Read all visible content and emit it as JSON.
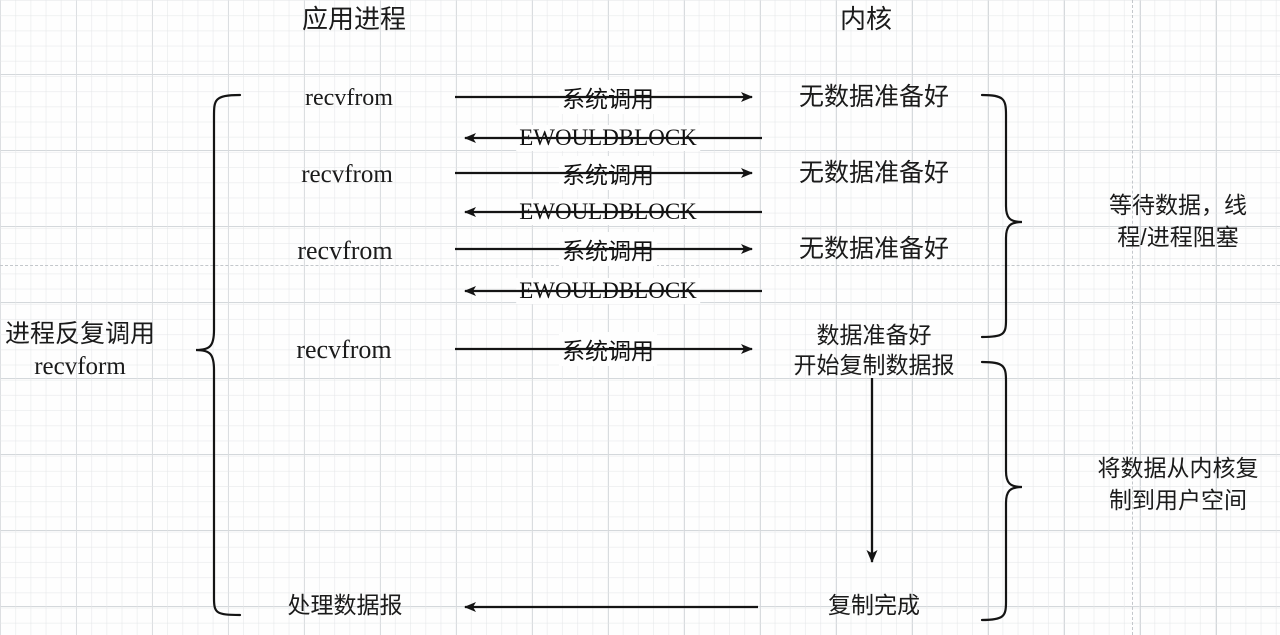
{
  "diagram": {
    "title_left": "应用进程",
    "title_right": "内核",
    "left_note_line1": "进程反复调用",
    "left_note_line2": "recvform",
    "right_note_1_line1": "等待数据，线",
    "right_note_1_line2": "程/进程阻塞",
    "right_note_2_line1": "将数据从内核复",
    "right_note_2_line2": "制到用户空间",
    "calls": [
      {
        "app_label": "recvfrom",
        "arrow_label": "系统调用",
        "kernel_label": "无数据准备好",
        "direction": "right"
      },
      {
        "app_label": "",
        "arrow_label": "EWOULDBLOCK",
        "kernel_label": "",
        "direction": "left"
      },
      {
        "app_label": "recvfrom",
        "arrow_label": "系统调用",
        "kernel_label": "无数据准备好",
        "direction": "right"
      },
      {
        "app_label": "",
        "arrow_label": "EWOULDBLOCK",
        "kernel_label": "",
        "direction": "left"
      },
      {
        "app_label": "recvfrom",
        "arrow_label": "系统调用",
        "kernel_label": "无数据准备好",
        "direction": "right"
      },
      {
        "app_label": "",
        "arrow_label": "EWOULDBLOCK",
        "kernel_label": "",
        "direction": "left"
      },
      {
        "app_label": "recvfrom",
        "arrow_label": "系统调用",
        "kernel_label": "",
        "direction": "right"
      }
    ],
    "kernel_ready_line1": "数据准备好",
    "kernel_ready_line2": "开始复制数据报",
    "kernel_done_label": "复制完成",
    "app_process_label": "处理数据报",
    "bottom_arrow_label": "",
    "colors": {
      "stroke": "#141414",
      "grid_major": "#cdd1d5",
      "grid_minor": "#e4e6e8",
      "guide": "#c3c7cb",
      "background": "#fefefe",
      "text": "#1b1b1b"
    }
  }
}
